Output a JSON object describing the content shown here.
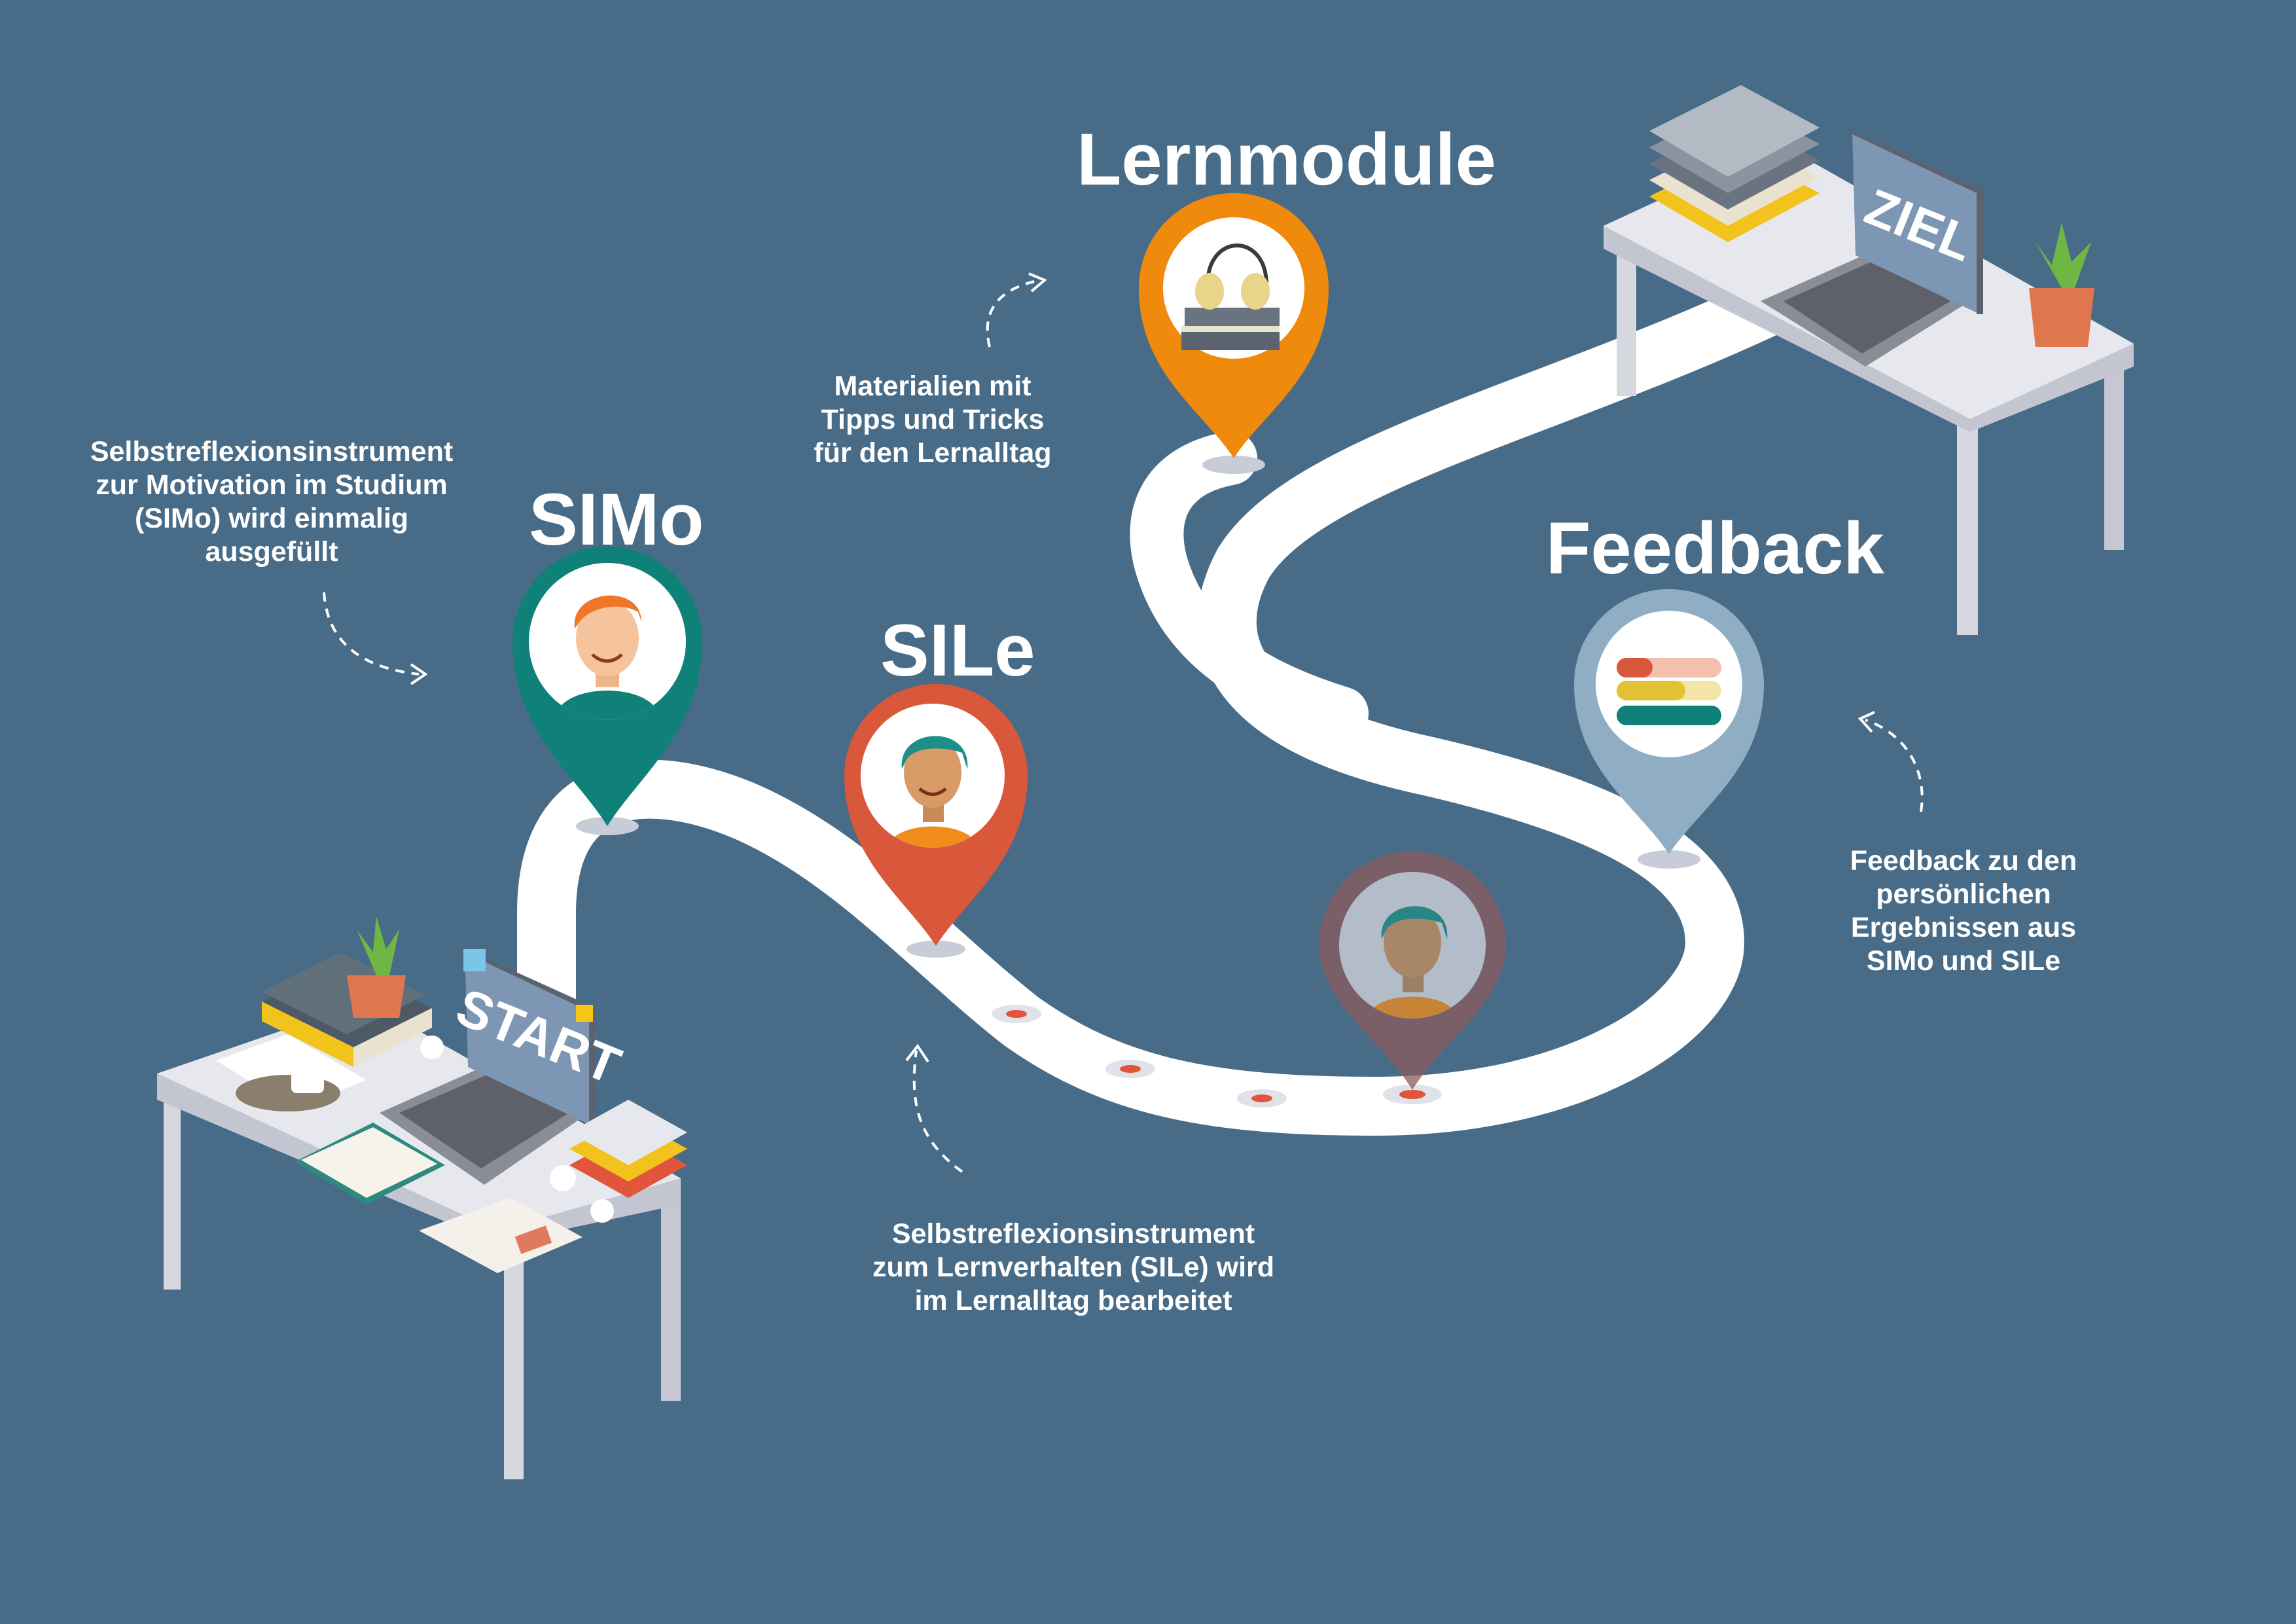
{
  "colors": {
    "background": "#486c87",
    "path": "#ffffff",
    "simo_pin": "#0f8179",
    "sile_pin": "#d9573b",
    "lernmodule_pin": "#f08a0d",
    "feedback_pin": "#8faec4",
    "ghost_pin": "#8b5a5e"
  },
  "titles": {
    "simo": "SIMo",
    "sile": "SILe",
    "lernmodule": "Lernmodule",
    "feedback": "Feedback"
  },
  "screens": {
    "start": "START",
    "ziel": "ZIEL"
  },
  "notes": {
    "simo": [
      "Selbstreflexionsinstrument",
      "zur Motivation im Studium",
      "(SIMo) wird einmalig",
      "ausgefüllt"
    ],
    "lernmodule": [
      "Materialien mit",
      "Tipps und Tricks",
      "für den Lernalltag"
    ],
    "sile": [
      "Selbstreflexionsinstrument",
      "zum Lernverhalten (SILe) wird",
      "im Lernalltag bearbeitet"
    ],
    "feedback": [
      "Feedback zu den",
      "persönlichen",
      "Ergebnissen aus",
      "SIMo und SILe"
    ]
  },
  "icons": {
    "simo": "person-icon",
    "sile": "person-icon",
    "lernmodule": "headphones-books-icon",
    "feedback": "feedback-bars-icon",
    "ghost": "person-icon"
  }
}
